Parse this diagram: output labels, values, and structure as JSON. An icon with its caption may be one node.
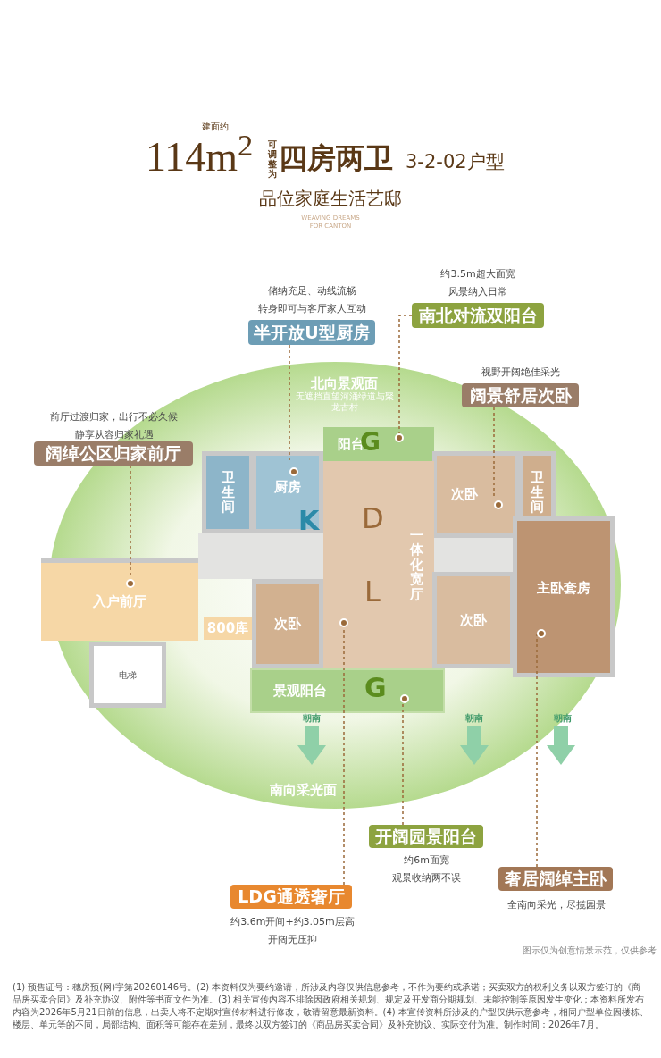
{
  "diagram": {
    "nodes": [
      {
        "text": [
          "阔绰公区归家前厅"
        ],
        "beside": [
          "前厅过渡归家，出行不必久候",
          "静享从容归家礼遇"
        ]
      },
      {
        "text": [
          "半开放U型厨房"
        ],
        "beside": [
          "储纳充足、动线流畅",
          "转身即可与客厅家人互动"
        ]
      },
      {
        "text": [
          "南北对流双阳台"
        ],
        "beside": [
          "约3.5m超大面宽",
          "风景纳入日常"
        ]
      },
      {
        "text": [
          "阔景舒居次卧"
        ],
        "beside": [
          "视野开阔绝佳采光"
        ]
      },
      {
        "text": [
          "LDG通透奢厅"
        ],
        "beside": [
          "约3.6m开间+约3.05m层高",
          "开阔无压抑"
        ]
      },
      {
        "text": [
          "开阔园景阳台"
        ],
        "beside": [
          "约6m面宽",
          "观景收纳两不误"
        ]
      },
      {
        "text": [
          "奢居阔绰主卧"
        ],
        "beside": [
          "全南向采光，尽揽园景"
        ]
      },
      {
        "text": [
          "入户前厅"
        ]
      },
      {
        "text": [
          "卫生间"
        ]
      },
      {
        "text": [
          "厨房"
        ]
      },
      {
        "text": [
          "阳台"
        ]
      },
      {
        "text": [
          "次卧"
        ]
      },
      {
        "text": [
          "卫生间"
        ]
      },
      {
        "text": [
          "一体化宽厅"
        ]
      },
      {
        "text": [
          "次卧"
        ]
      },
      {
        "text": [
          "次卧"
        ]
      },
      {
        "text": [
          "主卧套房"
        ]
      },
      {
        "text": [
          "景观阳台"
        ]
      },
      {
        "text": [
          "800库"
        ]
      },
      {
        "text": [
          "电梯"
        ]
      },
      {
        "text": [],
        "shape": "circle",
        "in": 7
      },
      {
        "text": [],
        "shape": "circle",
        "in": 9
      },
      {
        "text": [],
        "shape": "circle",
        "in": 10
      },
      {
        "text": [],
        "shape": "circle",
        "in": 11
      },
      {
        "text": [],
        "shape": "circle",
        "in": 13
      },
      {
        "text": [],
        "shape": "circle",
        "in": 17
      },
      {
        "text": [],
        "shape": "circle",
        "in": 16
      },
      {
        "text": [],
        "shape": "box"
      },
      {
        "text": [],
        "shape": "box"
      }
    ],
    "edges": [
      {
        "from": 0,
        "to": 20,
        "arrow": "none",
        "style": "dashed"
      },
      {
        "from": 1,
        "to": 21,
        "arrow": "none",
        "style": "dashed"
      },
      {
        "from": 2,
        "to": 22,
        "arrow": "none",
        "style": "dashed"
      },
      {
        "from": 3,
        "to": 23,
        "arrow": "none",
        "style": "dashed"
      },
      {
        "from": 4,
        "to": 24,
        "arrow": "none",
        "style": "dashed"
      },
      {
        "from": 5,
        "to": 25,
        "arrow": "none",
        "style": "dashed"
      },
      {
        "from": 6,
        "to": 26,
        "arrow": "none",
        "style": "dashed"
      }
    ],
    "labels": [
      "114m$^{2}$",
      "建面约",
      "可调整为",
      "四房两卫",
      "3-2-02户型",
      "品位家庭生活艺邸",
      "WEAVING DREAMS FOR CANTON",
      "北向景观面",
      "无遮挡直望河涌绿道与聚龙古村",
      "G",
      "K",
      "D",
      "L",
      "G",
      "朝南",
      "朝南",
      "朝南",
      "南向采光面",
      "图示仅为创意情景示范，仅供参考",
      "(1) 预售证号：穗房预(网)字第20260146号。(2) 本资料仅为要约邀请，所涉及内容仅供信息参考，不作为要约或承诺；买卖双方的权利义务以双方签订的《商品房买卖合同》及补充协议、附件等书面文件为准。(3) 相关宣传内容不排除因政府相关规划、规定及开发商分期规划、未能控制等原因发生变化；本资料所发布内容为2026年5月21日前的信息，出卖人将不定期对宣传材料进行修改，敬请留意最新资料。(4) 本宣传资料所涉及的户型仅供示意参考，相同户型单位因楼栋、楼层、单元等的不同，局部结构、面积等可能存在差别，最终以双方签订的《商品房买卖合同》及补充协议、实际交付为准。制作时间：2026年7月。"
    ]
  }
}
